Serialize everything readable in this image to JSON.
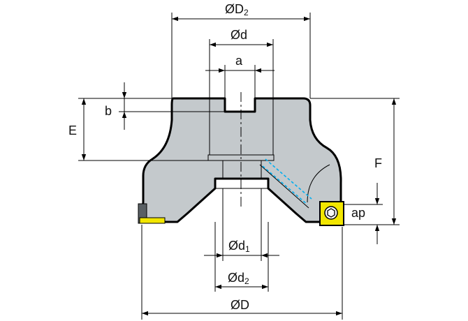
{
  "labels": {
    "D2": {
      "main": "ØD",
      "sub": "2"
    },
    "d": {
      "main": "Ød"
    },
    "a": {
      "main": "a"
    },
    "b": {
      "main": "b"
    },
    "E": {
      "main": "E"
    },
    "F": {
      "main": "F"
    },
    "ap": {
      "main": "ap"
    },
    "d1": {
      "main": "Ød",
      "sub": "1"
    },
    "d2": {
      "main": "Ød",
      "sub": "2"
    },
    "D": {
      "main": "ØD"
    }
  },
  "colors": {
    "body_fill": "#c4c9cc",
    "outline": "#000000",
    "dimension_line": "#000000",
    "insert_fill": "#f2e600",
    "coolant_channel": "#00aeef"
  }
}
